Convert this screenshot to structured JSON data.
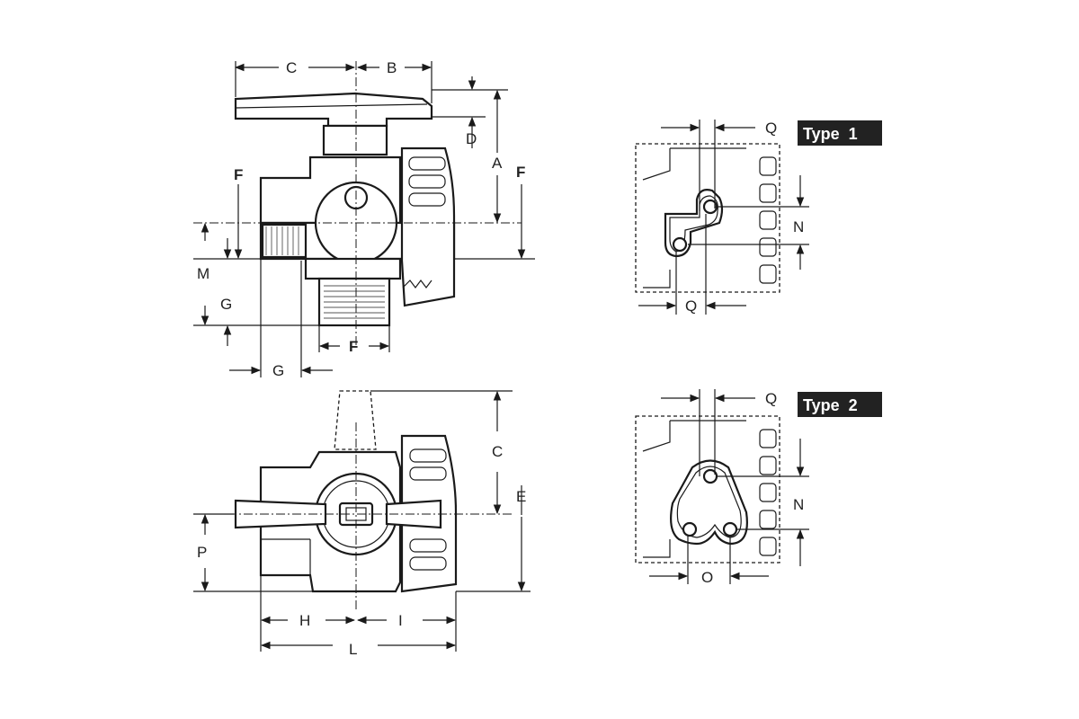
{
  "labels": {
    "C": "C",
    "B": "B",
    "D": "D",
    "A": "A",
    "F": "F",
    "M": "M",
    "G": "G",
    "E": "E",
    "P": "P",
    "H": "H",
    "I": "I",
    "L": "L",
    "Q": "Q",
    "N": "N",
    "O": "O"
  },
  "badges": {
    "type1": "Type  1",
    "type2": "Type  2"
  },
  "colors": {
    "line": "#1a1a1a",
    "badge_bg": "#222222",
    "badge_text": "#ffffff",
    "background": "#ffffff"
  }
}
